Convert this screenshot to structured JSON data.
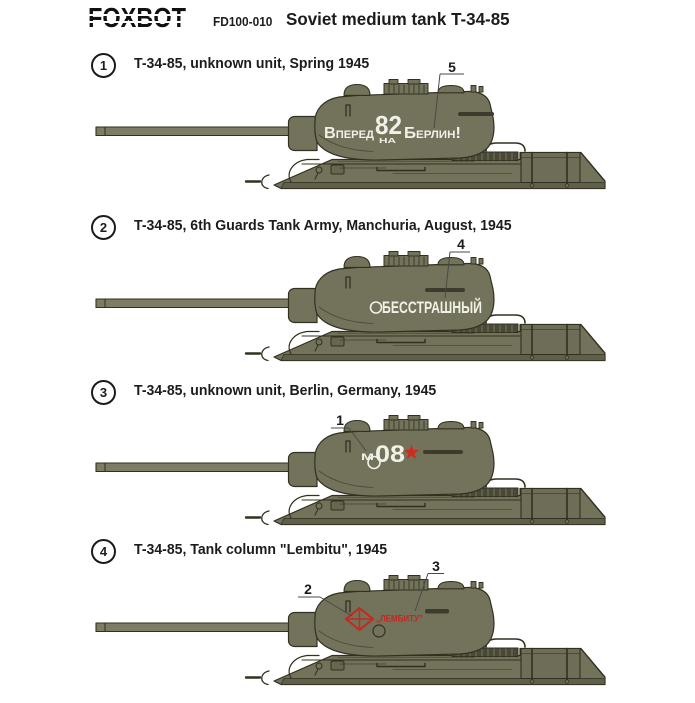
{
  "header": {
    "brand": "FOXBOT",
    "product_code": "FD100-010",
    "title": "Soviet medium tank T-34-85"
  },
  "colors": {
    "tank_olive": "#73725b",
    "tank_outline": "#32311f",
    "marking_white": "#f2f1e8",
    "marking_red": "#c5281f",
    "text_black": "#1c1c1c",
    "background": "#ffffff"
  },
  "variants": [
    {
      "number": "1",
      "title": "T-34-85, unknown unit, Spring 1945",
      "callouts": [
        {
          "label": "5"
        }
      ],
      "marking": {
        "word1": "Вперед",
        "number": "82",
        "word_mid": "на",
        "word2": "Берлин!",
        "color": "#f2f1e8"
      }
    },
    {
      "number": "2",
      "title": "T-34-85, 6th Guards Tank Army, Manchuria, August, 1945",
      "callouts": [
        {
          "label": "4"
        }
      ],
      "marking": {
        "name": "БЕССТРАШНЫЙ",
        "color": "#f2f1e8"
      }
    },
    {
      "number": "3",
      "title": "T-34-85, unknown unit, Berlin, Germany, 1945",
      "callouts": [
        {
          "label": "1"
        }
      ],
      "marking": {
        "prefix": "м",
        "number": "08",
        "star": "red-star",
        "color": "#f2f1e8"
      }
    },
    {
      "number": "4",
      "title": "T-34-85, Tank column \"Lembitu\", 1945",
      "callouts": [
        {
          "label": "2"
        },
        {
          "label": "3"
        }
      ],
      "marking": {
        "emblem": "red-diamond",
        "name": "„ЛЕМБИТУ”",
        "color": "#c5281f"
      }
    }
  ]
}
